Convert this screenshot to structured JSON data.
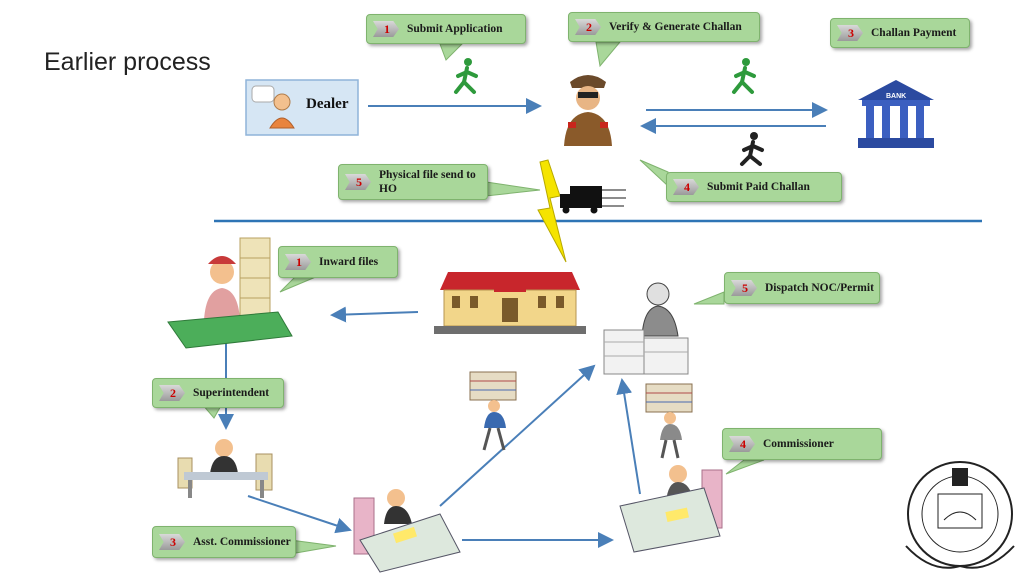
{
  "page": {
    "title": "Earlier process"
  },
  "top_flow": {
    "actor_dealer": "Dealer",
    "bank_sign": "BANK",
    "steps": [
      {
        "num": "1",
        "label": "Submit Application"
      },
      {
        "num": "2",
        "label": "Verify & Generate Challan"
      },
      {
        "num": "3",
        "label": "Challan Payment"
      },
      {
        "num": "4",
        "label": "Submit Paid Challan"
      },
      {
        "num": "5",
        "label": "Physical file send to HO"
      }
    ]
  },
  "bottom_flow": {
    "steps": [
      {
        "num": "1",
        "label": "Inward files"
      },
      {
        "num": "2",
        "label": "Superintendent"
      },
      {
        "num": "3",
        "label": "Asst. Commissioner"
      },
      {
        "num": "4",
        "label": "Commissioner"
      },
      {
        "num": "5",
        "label": "Dispatch NOC/Permit"
      }
    ]
  },
  "colors": {
    "callout_fill": "#a9d79a",
    "callout_border": "#7fb36e",
    "badge_number": "#cc0000",
    "arrow": "#4a7fb8",
    "divider": "#2e74b5",
    "runner": "#2e9a3c",
    "runner_dark": "#222222",
    "lightning": "#f5e400"
  },
  "icons": {
    "dealer": "dealer-person-icon",
    "officer": "police-officer-icon",
    "bank": "bank-building-icon",
    "truck": "delivery-truck-icon",
    "head_office": "head-office-building-icon",
    "emblem": "government-of-goa-emblem-icon"
  }
}
